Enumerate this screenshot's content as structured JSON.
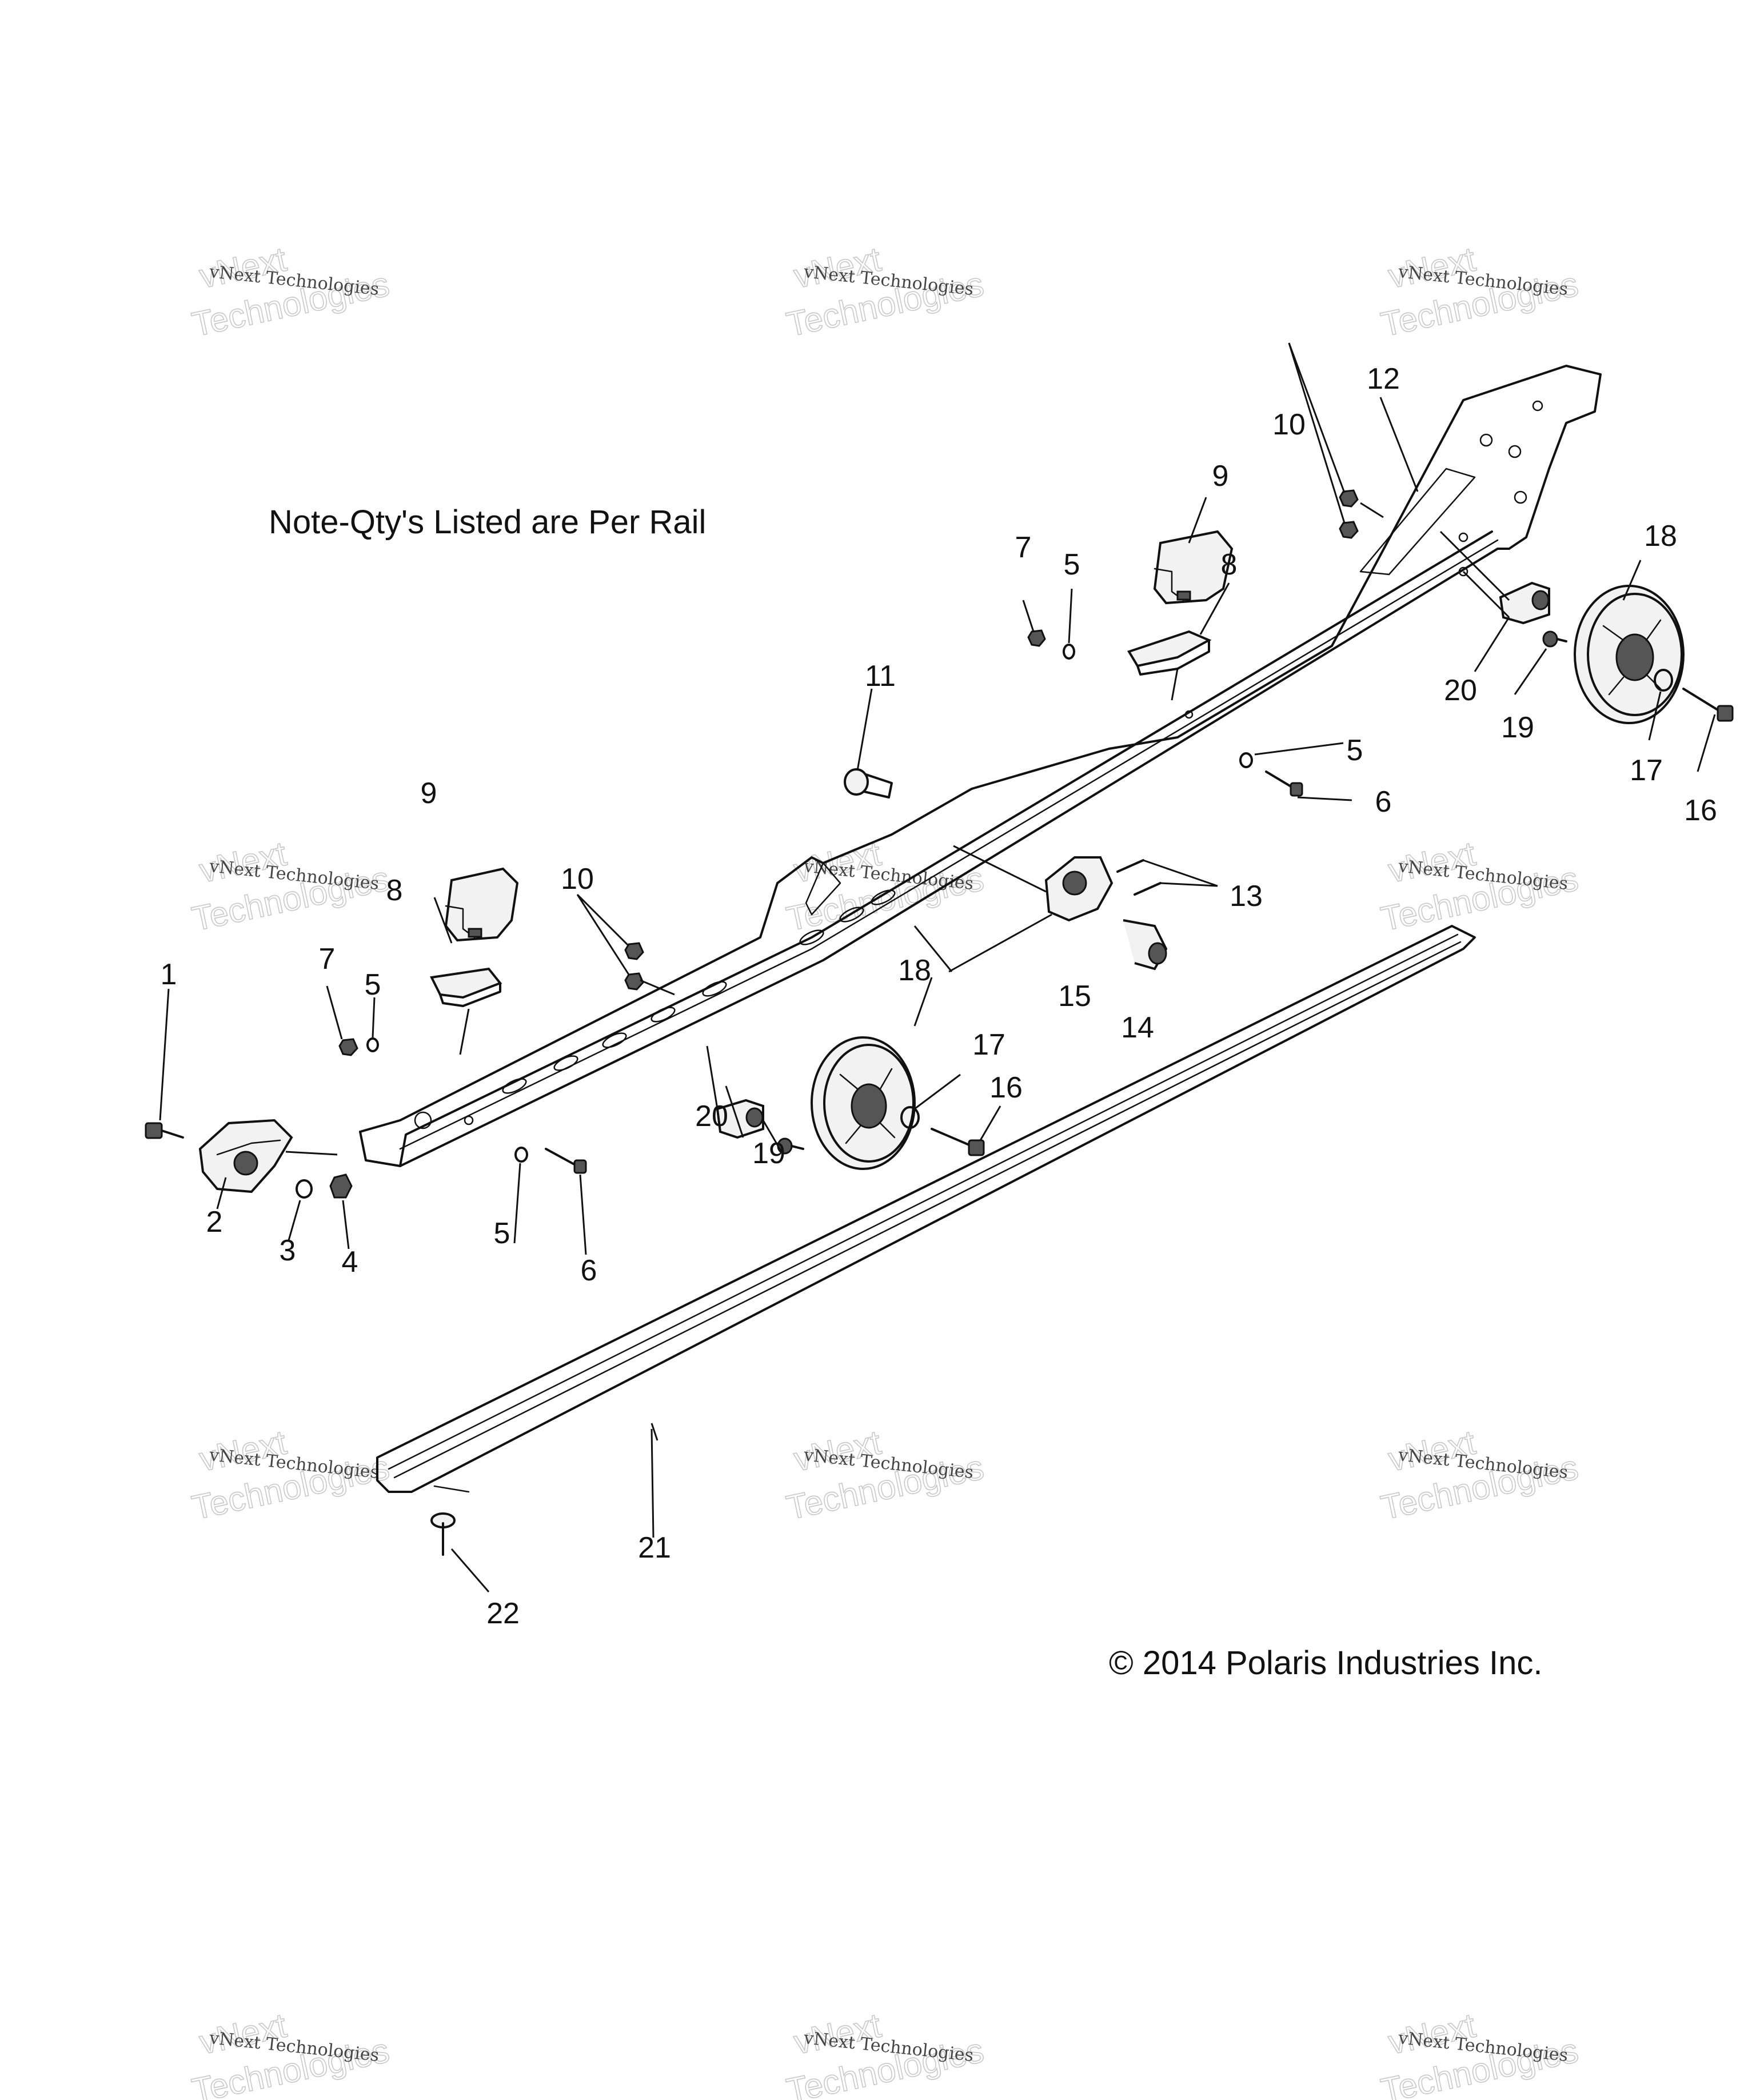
{
  "note": "Note-Qty's Listed are Per Rail",
  "copyright": "© 2014 Polaris Industries Inc.",
  "watermark": {
    "line1": "vNext Technologies",
    "line2": "vNext",
    "line3": "Technologies"
  },
  "callouts": [
    "1",
    "2",
    "3",
    "4",
    "5",
    "6",
    "7",
    "8",
    "9",
    "10",
    "11",
    "12",
    "13",
    "14",
    "15",
    "16",
    "17",
    "18",
    "19",
    "20",
    "21",
    "22"
  ]
}
